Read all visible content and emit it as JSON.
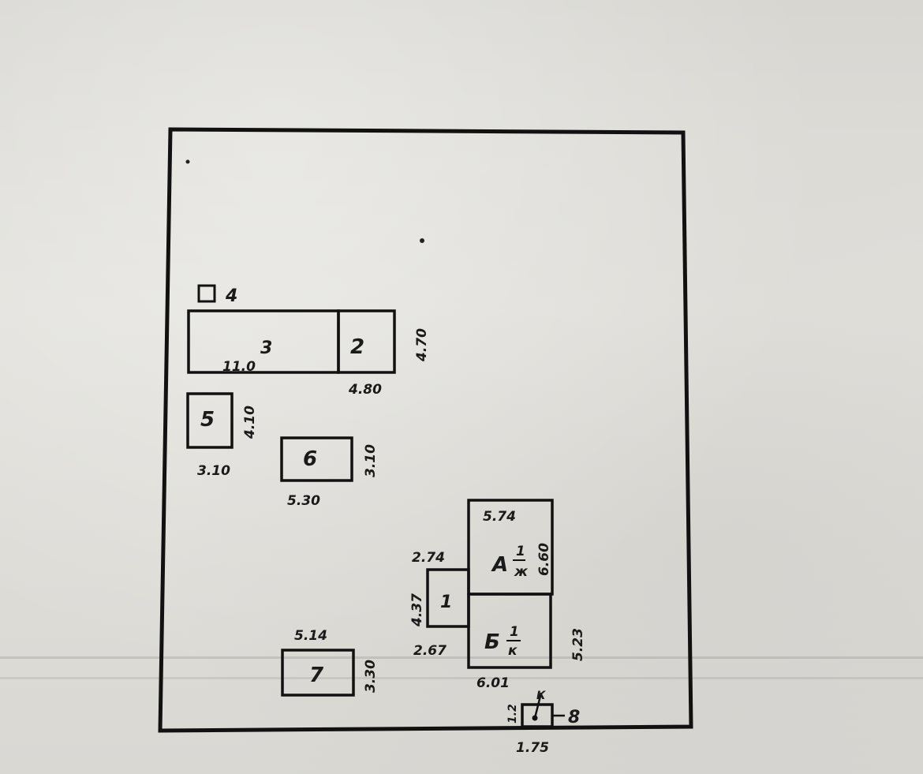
{
  "buildings": {
    "b1": {
      "label": "1",
      "left_dim": "4.37",
      "top_dim": "2.74",
      "bottom_dim": "2.67"
    },
    "b2": {
      "label": "2",
      "bottom_dim": "4.80",
      "right_dim": "4.70"
    },
    "b3": {
      "label": "3",
      "inner_dim": "11.0"
    },
    "b4": {
      "label": "4"
    },
    "b5": {
      "label": "5",
      "bottom_dim": "3.10",
      "right_dim": "4.10"
    },
    "b6": {
      "label": "6",
      "bottom_dim": "5.30",
      "right_dim": "3.10"
    },
    "b7": {
      "label": "7",
      "top_dim": "5.14",
      "right_dim": "3.30"
    },
    "b8": {
      "label": "8",
      "left_dim": "1.2",
      "bottom_dim": "1.75",
      "marker": "К"
    },
    "house_a": {
      "label": "А",
      "fraction": "1",
      "sub": "ж",
      "top_dim": "5.74",
      "right_dim": "6.60"
    },
    "house_b": {
      "label": "Б",
      "fraction": "1",
      "sub": "к",
      "right_dim": "5.23",
      "bottom_dim": "6.01"
    }
  },
  "ink_color": "#111111",
  "paper_color": "#dcdbd6"
}
